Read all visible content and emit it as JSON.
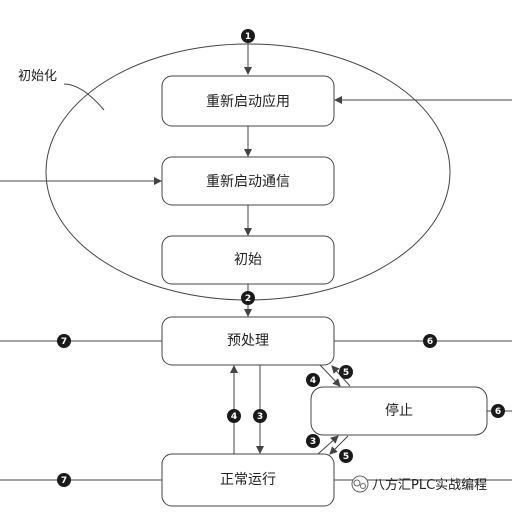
{
  "diagram": {
    "region_label": "初始化",
    "states": {
      "restart_app": "重新启动应用",
      "restart_comm": "重新启动通信",
      "init": "初始",
      "preprocess": "预处理",
      "stop": "停止",
      "normal_run": "正常运行"
    },
    "transitions": {
      "t1": "1",
      "t2": "2",
      "t3a": "3",
      "t3b": "3",
      "t4a": "4",
      "t4b": "4",
      "t5a": "5",
      "t5b": "5",
      "t6a": "6",
      "t6b": "6",
      "t7a": "7",
      "t7b": "7"
    }
  },
  "watermark": {
    "text": "八方汇PLC实战编程"
  },
  "colors": {
    "line": "#444444",
    "badge": "#1a1a1a",
    "box_fill": "#ffffff"
  }
}
